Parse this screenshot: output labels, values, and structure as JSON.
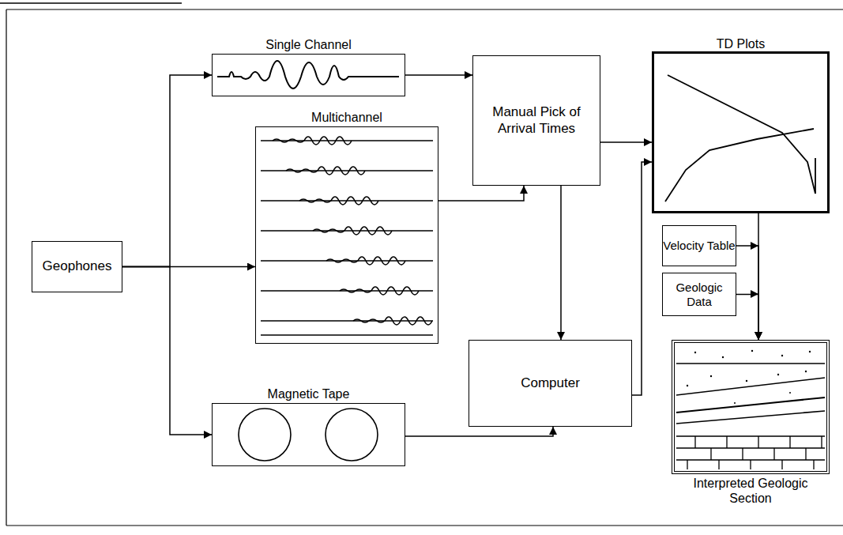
{
  "diagram": {
    "nodes": [
      {
        "text": [
          "Geophones"
        ]
      },
      {
        "text": [
          "Single Channel"
        ]
      },
      {
        "text": [
          "Multichannel"
        ]
      },
      {
        "text": [
          "Magnetic Tape"
        ]
      },
      {
        "text": [
          "Manual Pick of Arrival Times"
        ]
      },
      {
        "text": [
          "Computer"
        ]
      },
      {
        "text": [
          "TD Plots"
        ]
      },
      {
        "text": [
          "Velocity Table"
        ]
      },
      {
        "text": [
          "Geologic Data"
        ]
      },
      {
        "text": [
          "Interpreted Geologic Section"
        ]
      }
    ],
    "edges": [
      {
        "from": 0,
        "to": 1,
        "arrow": "to"
      },
      {
        "from": 0,
        "to": 2,
        "arrow": "to"
      },
      {
        "from": 0,
        "to": 3,
        "arrow": "to"
      },
      {
        "from": 1,
        "to": 4,
        "arrow": "to"
      },
      {
        "from": 2,
        "to": 4,
        "arrow": "to"
      },
      {
        "from": 3,
        "to": 5,
        "arrow": "to"
      },
      {
        "from": 4,
        "to": 5,
        "arrow": "to"
      },
      {
        "from": 4,
        "to": 6,
        "arrow": "to"
      },
      {
        "from": 5,
        "to": 6,
        "arrow": "to"
      },
      {
        "from": 6,
        "to": 9,
        "arrow": "to"
      },
      {
        "from": 7,
        "to": 9,
        "arrow": "to"
      },
      {
        "from": 8,
        "to": 9,
        "arrow": "to"
      }
    ]
  }
}
